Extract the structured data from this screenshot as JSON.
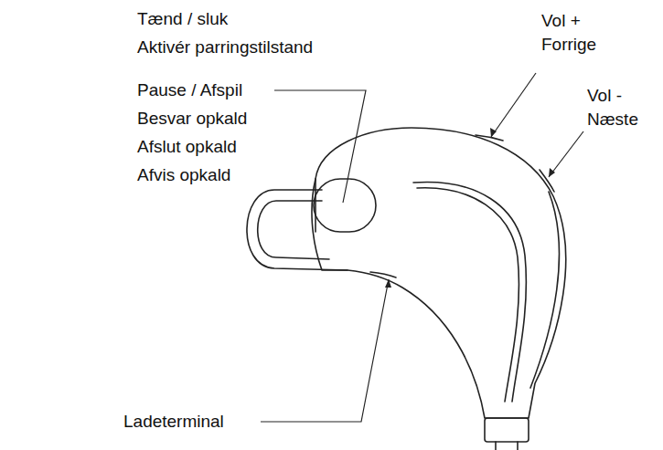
{
  "diagram": {
    "labels": [
      "Tænd / sluk",
      "Aktivér parringstilstand",
      "Pause / Afspil",
      "Besvar opkald",
      "Afslut opkald",
      "Afvis opkald",
      "Vol +",
      "Forrige",
      "Vol -",
      "Næste",
      "Ladeterminal"
    ]
  }
}
